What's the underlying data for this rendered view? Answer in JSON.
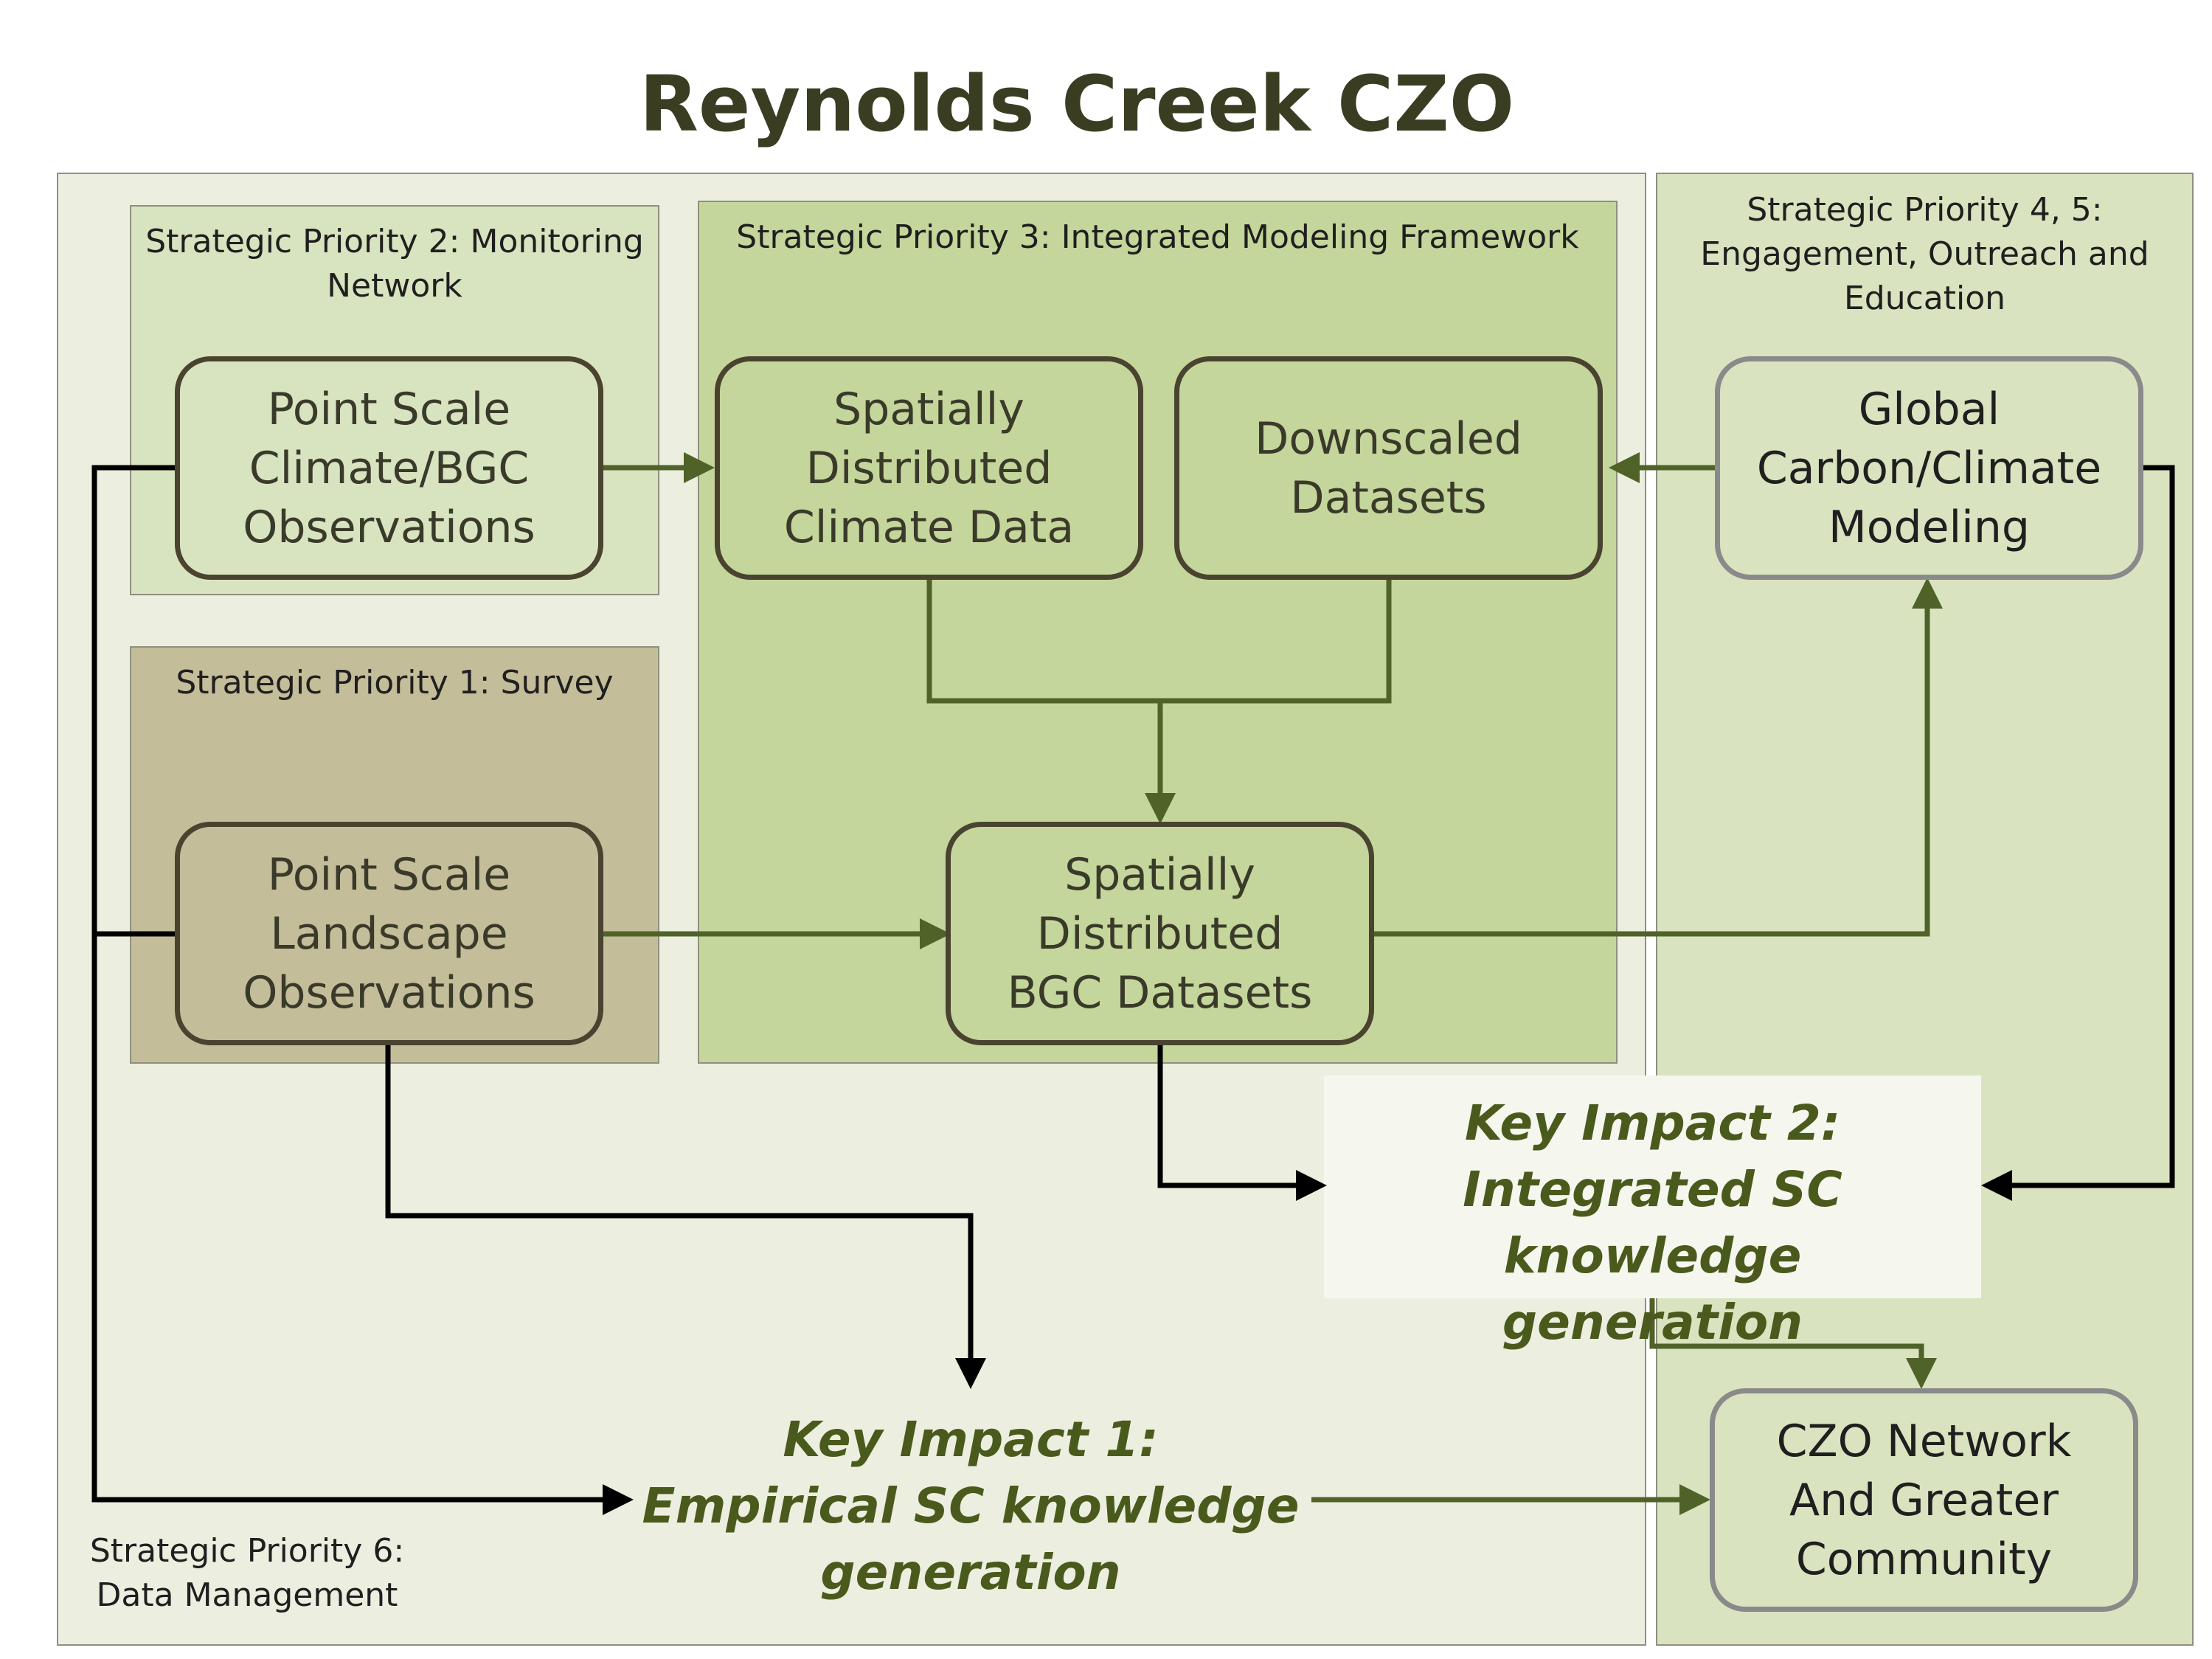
{
  "title": "Reynolds Creek CZO",
  "panels": {
    "data_management": {
      "label_lines": [
        "Strategic Priority 6:",
        "Data Management"
      ]
    },
    "monitoring": {
      "label_lines": [
        "Strategic Priority 2: Monitoring",
        "Network"
      ]
    },
    "survey": {
      "label": "Strategic Priority 1: Survey"
    },
    "modeling": {
      "label": "Strategic Priority 3: Integrated Modeling Framework"
    },
    "engagement": {
      "label_lines": [
        "Strategic Priority 4, 5:",
        "Engagement, Outreach and",
        "Education"
      ]
    }
  },
  "boxes": {
    "point_climate": "Point Scale\nClimate/BGC\nObservations",
    "point_landscape": "Point Scale\nLandscape\nObservations",
    "spatial_climate": "Spatially\nDistributed\nClimate Data",
    "downscaled": "Downscaled\nDatasets",
    "spatial_bgc": "Spatially\nDistributed\nBGC Datasets",
    "global_modeling": "Global\nCarbon/Climate\nModeling",
    "czo_network": "CZO Network\nAnd Greater\nCommunity"
  },
  "impacts": {
    "impact1": [
      "Key Impact 1:",
      "Empirical SC knowledge",
      "generation"
    ],
    "impact2": [
      "Key Impact 2:",
      "Integrated SC knowledge",
      "generation"
    ]
  },
  "colors": {
    "outer_panel": "#ecefe0",
    "right_panel": "#d9e3bf",
    "monitoring_panel": "#d8e4bf",
    "survey_panel": "#c4bd99",
    "modeling_panel": "#c4d69b",
    "green_arrow": "#4f6228",
    "black_arrow": "#000000",
    "impact_bg": "#f5f7ee"
  }
}
